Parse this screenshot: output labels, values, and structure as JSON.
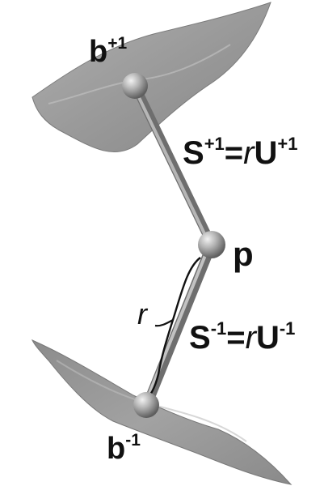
{
  "labels": {
    "b_upper": {
      "base": "b",
      "sup": "+1"
    },
    "b_lower": {
      "base": "b",
      "sup": "-1"
    },
    "point": "p",
    "radius": "r",
    "eq_upper": {
      "s": "S",
      "s_sup": "+1",
      "eq": "=",
      "r": "r",
      "u": "U",
      "u_sup": "+1"
    },
    "eq_lower": {
      "s": "S",
      "s_sup": "-1",
      "eq": "=",
      "r": "r",
      "u": "U",
      "u_sup": "-1"
    }
  },
  "colors": {
    "surface": "#9a9a9a",
    "rod": "#8e8e8e",
    "sphere": "#a8a8a8",
    "text": "#111111"
  }
}
